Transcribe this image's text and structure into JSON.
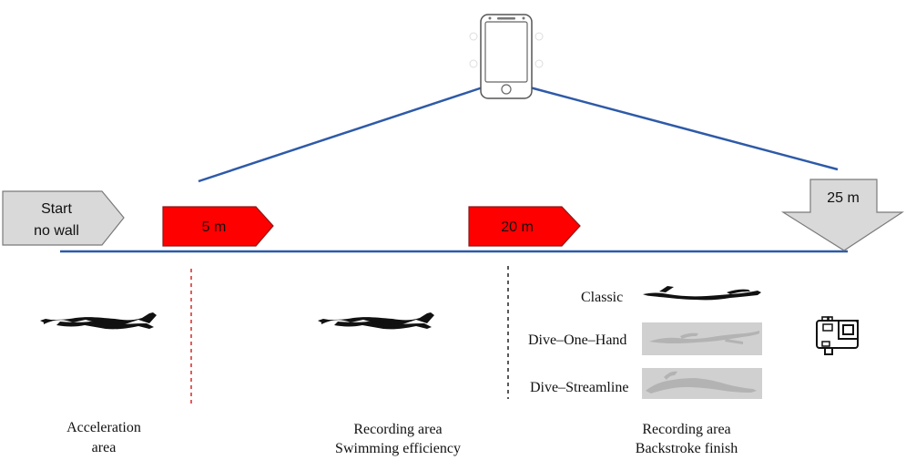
{
  "markers": {
    "start": {
      "line1": "Start",
      "line2": "no wall"
    },
    "five_m": "5 m",
    "twenty_m": "20 m",
    "twenty_five_m": "25 m"
  },
  "finish_styles": {
    "classic": "Classic",
    "dive_one_hand": "Dive–One–Hand",
    "dive_streamline": "Dive–Streamline"
  },
  "areas": {
    "acceleration": {
      "line1": "Acceleration",
      "line2": "area"
    },
    "efficiency": {
      "line1": "Recording area",
      "line2": "Swimming efficiency"
    },
    "finish": {
      "line1": "Recording area",
      "line2": "Backstroke finish"
    }
  },
  "colors": {
    "lane_line": "#2e5aa8",
    "marker_red": "#ff0000",
    "arrow_gray": "#d9d9d9",
    "outline": "#7a7a7a",
    "silhouette_black": "#111111",
    "silhouette_gray": "#bdbdbd",
    "dashed_red": "#d62828",
    "dashed_black": "#222222"
  },
  "icons": {
    "phone": "smartphone-icon",
    "camera": "action-camera-icon",
    "swimmer": "swimmer-silhouette-icon"
  }
}
